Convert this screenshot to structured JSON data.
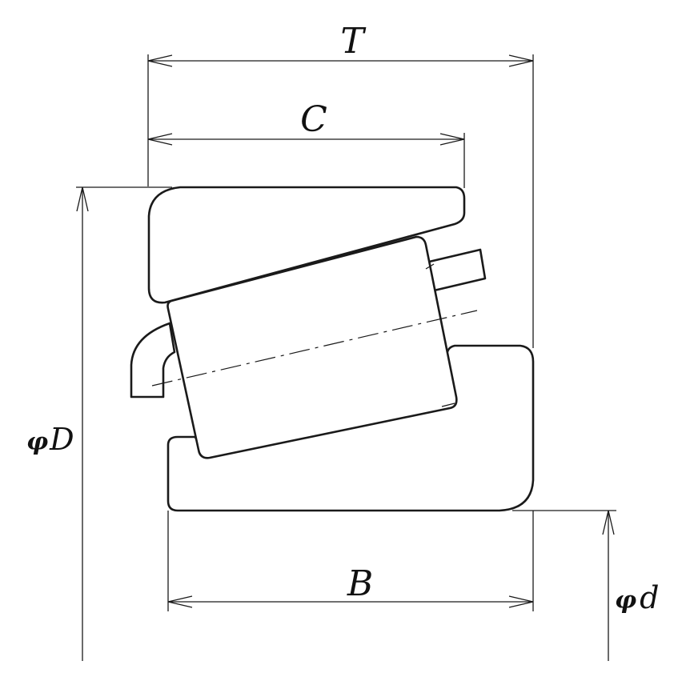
{
  "labels": {
    "T": "T",
    "C": "C",
    "B": "B",
    "phi": "φ",
    "D": "D",
    "d": "d"
  },
  "colors": {
    "line": "#1a1a1a",
    "background": "#ffffff"
  }
}
